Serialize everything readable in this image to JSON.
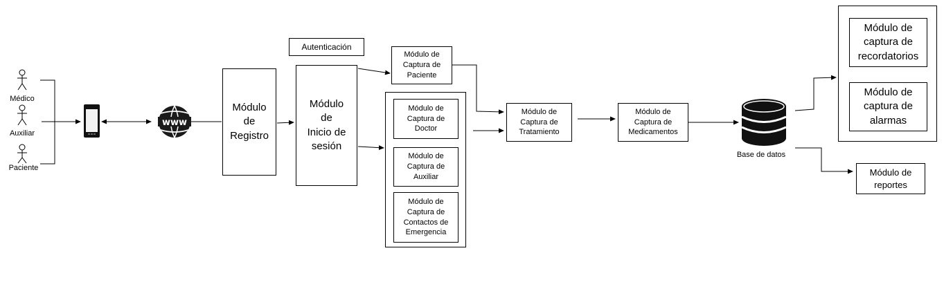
{
  "actors": [
    {
      "label": "Médico"
    },
    {
      "label": "Auxiliar"
    },
    {
      "label": "Paciente"
    }
  ],
  "icons": {
    "device": "smartphone-icon",
    "web": "www-globe-icon",
    "database": "database-icon"
  },
  "boxes": {
    "registro": "Módulo\nde\nRegistro",
    "inicio_sesion": "Módulo\nde\nInicio de\nsesión",
    "autenticacion": "Autenticación",
    "captura_paciente": "Módulo de\nCaptura de\nPaciente",
    "captura_doctor": "Módulo de\nCaptura de\nDoctor",
    "captura_auxiliar": "Módulo de\nCaptura de\nAuxiliar",
    "captura_contactos": "Módulo de\nCaptura de\nContactos de\nEmergencia",
    "captura_tratamiento": "Módulo de\nCaptura de\nTratamiento",
    "captura_medicamentos": "Módulo de\nCaptura de\nMedicamentos",
    "recordatorios": "Módulo de\ncaptura de\nrecordatorios",
    "alarmas": "Módulo de\ncaptura de\nalarmas",
    "reportes": "Módulo de\nreportes"
  },
  "database_label": "Base de datos"
}
